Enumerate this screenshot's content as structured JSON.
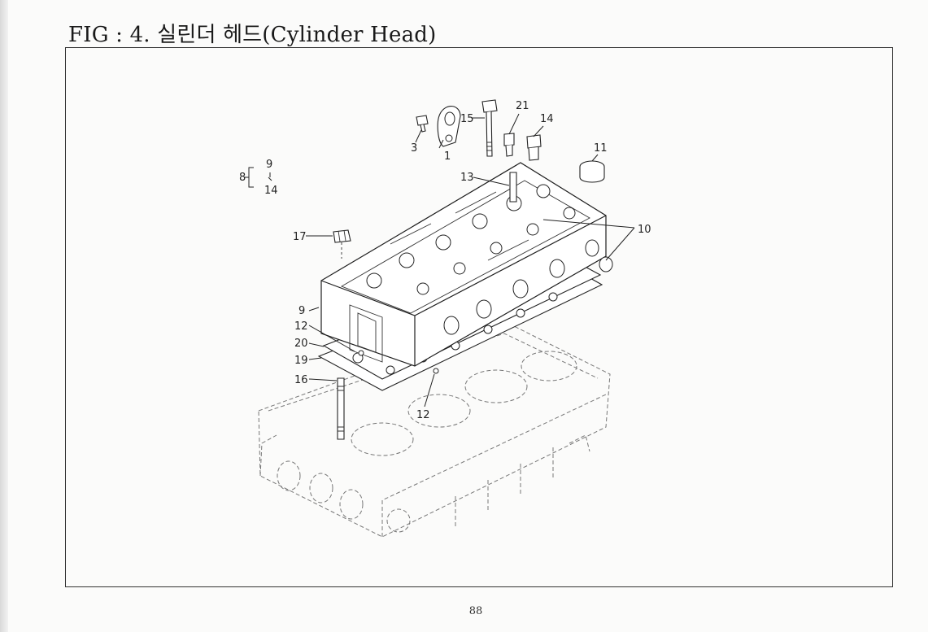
{
  "header": {
    "figure_title": "FIG : 4. 실린더 헤드(Cylinder Head)"
  },
  "page": {
    "number": "88"
  },
  "callouts": {
    "c1": "1",
    "c3": "3",
    "c8": "8",
    "c9_top": "9",
    "c14_bottom": "14",
    "c9": "9",
    "c10": "10",
    "c11": "11",
    "c12_left": "12",
    "c12_bottom": "12",
    "c13": "13",
    "c14": "14",
    "c15": "15",
    "c16": "16",
    "c17": "17",
    "c19": "19",
    "c20": "20",
    "c21": "21"
  }
}
